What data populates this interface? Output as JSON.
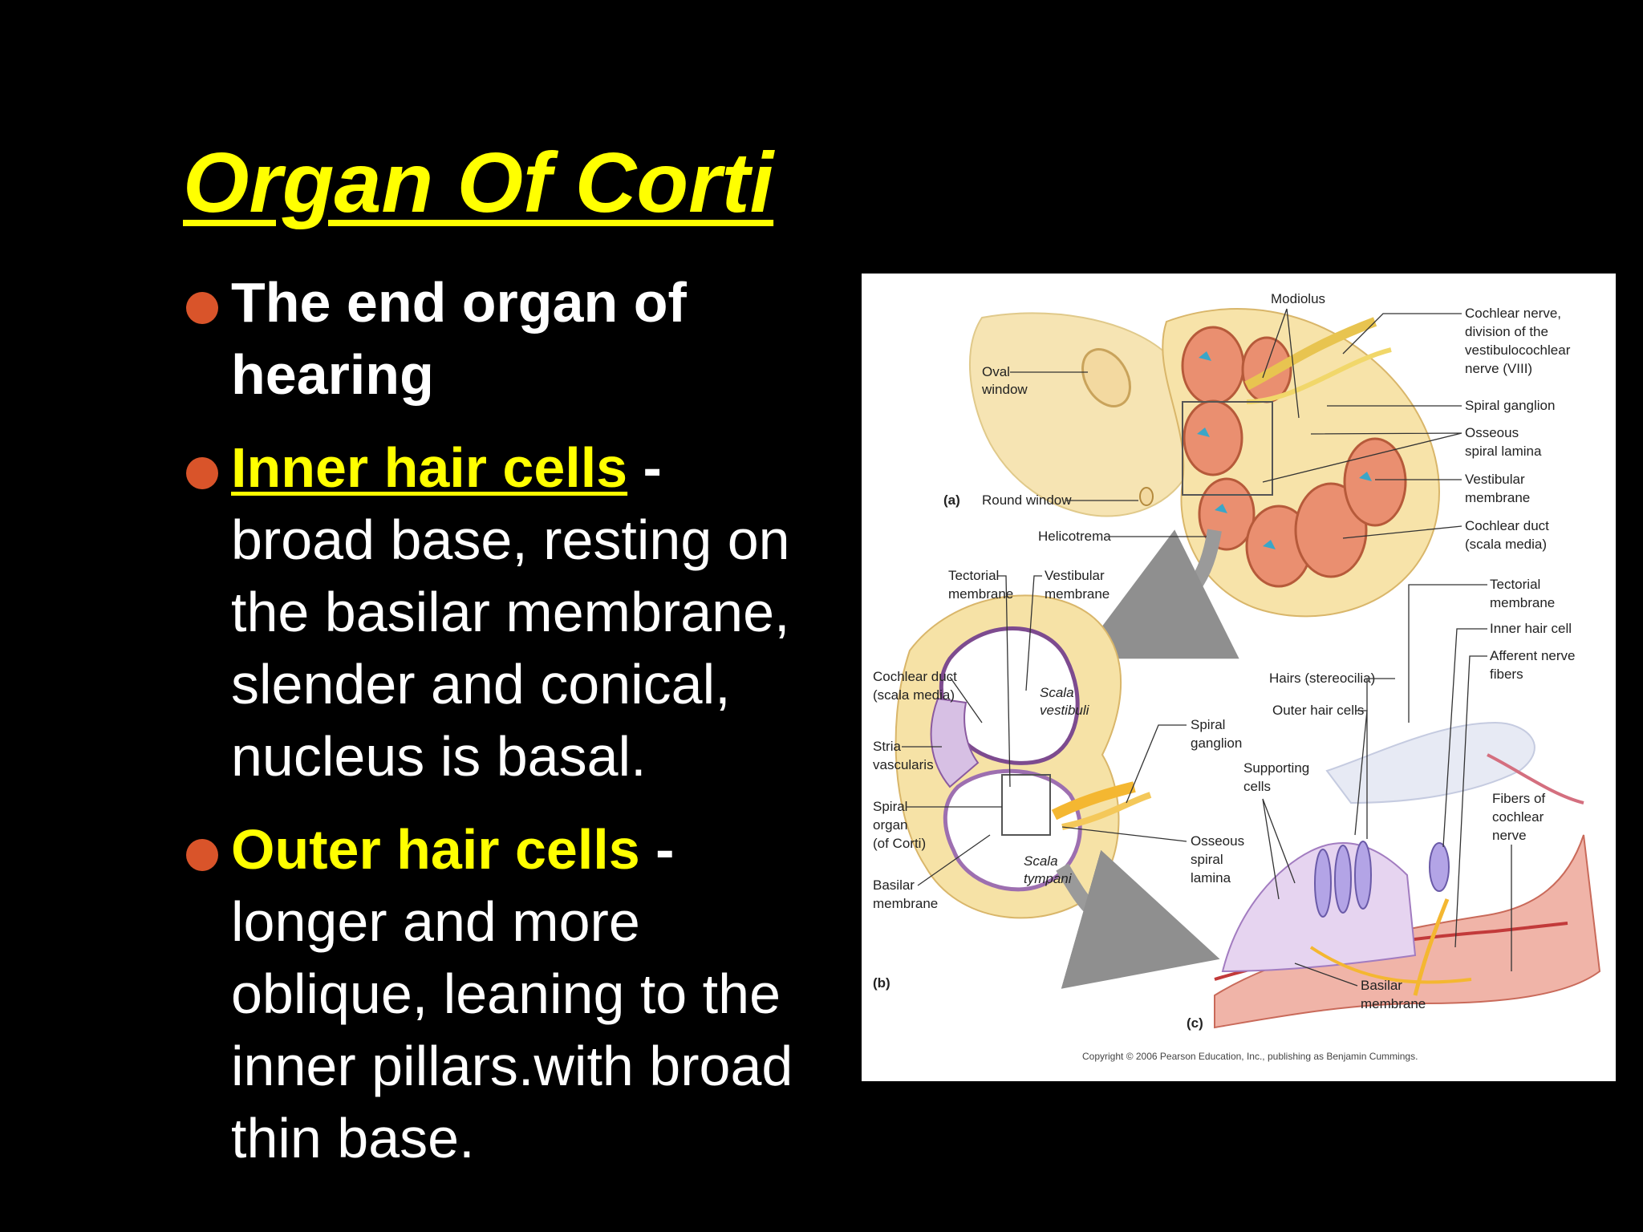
{
  "slide": {
    "title": "Organ Of Corti",
    "bullets": [
      {
        "text": "The end organ of hearing"
      },
      {
        "term": "Inner hair cells",
        "separator": " -",
        "description": "broad base, resting on the basilar membrane, slender and conical, nucleus is basal."
      },
      {
        "term": "Outer hair cells",
        "separator": " -",
        "description": "longer and more oblique, leaning to the inner pillars.with broad thin base."
      }
    ],
    "colors": {
      "background": "#000000",
      "accent": "#ffff00",
      "bullet": "#d9542a",
      "text": "#ffffff"
    }
  },
  "figure": {
    "panel_labels": {
      "a": "(a)",
      "b": "(b)",
      "c": "(c)"
    },
    "labels_a": {
      "modiolus": "Modiolus",
      "oval_window_1": "Oval",
      "oval_window_2": "window",
      "round_window": "Round window",
      "helicotrema": "Helicotrema",
      "cochlear_nerve_1": "Cochlear nerve,",
      "cochlear_nerve_2": "division of the",
      "cochlear_nerve_3": "vestibulocochlear",
      "cochlear_nerve_4": "nerve (VIII)",
      "spiral_ganglion": "Spiral ganglion",
      "osseous_1": "Osseous",
      "osseous_2": "spiral lamina",
      "vestibular_1": "Vestibular",
      "vestibular_2": "membrane",
      "cochlear_duct_1": "Cochlear duct",
      "cochlear_duct_2": "(scala media)"
    },
    "labels_b": {
      "tectorial_1": "Tectorial",
      "tectorial_2": "membrane",
      "vestibular_1": "Vestibular",
      "vestibular_2": "membrane",
      "cochlear_duct_1": "Cochlear duct",
      "cochlear_duct_2": "(scala media)",
      "scala_vestibuli_1": "Scala",
      "scala_vestibuli_2": "vestibuli",
      "stria_1": "Stria",
      "stria_2": "vascularis",
      "spiral_ganglion_1": "Spiral",
      "spiral_ganglion_2": "ganglion",
      "spiral_organ_1": "Spiral",
      "spiral_organ_2": "organ",
      "spiral_organ_3": "(of Corti)",
      "osseous_1": "Osseous",
      "osseous_2": "spiral",
      "osseous_3": "lamina",
      "scala_tympani_1": "Scala",
      "scala_tympani_2": "tympani",
      "basilar_1": "Basilar",
      "basilar_2": "membrane"
    },
    "labels_c": {
      "tectorial_1": "Tectorial",
      "tectorial_2": "membrane",
      "inner_hair_cell": "Inner hair cell",
      "afferent_1": "Afferent nerve",
      "afferent_2": "fibers",
      "hairs": "Hairs (stereocilia)",
      "outer_hair_cells": "Outer hair cells",
      "supporting_1": "Supporting",
      "supporting_2": "cells",
      "fibers_1": "Fibers of",
      "fibers_2": "cochlear",
      "fibers_3": "nerve",
      "basilar_1": "Basilar",
      "basilar_2": "membrane"
    },
    "copyright": "Copyright © 2006 Pearson Education, Inc., publishing as Benjamin Cummings."
  }
}
